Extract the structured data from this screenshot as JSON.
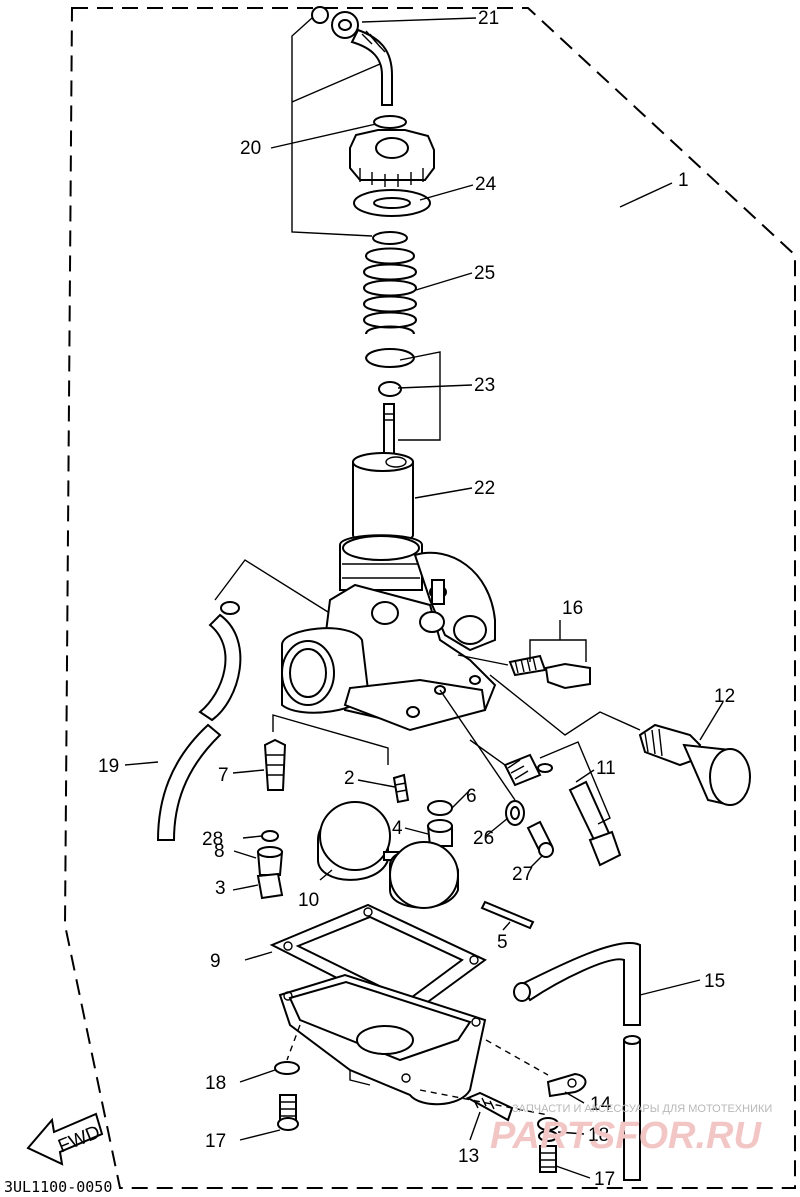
{
  "diagram": {
    "part_labels": {
      "p1": "1",
      "p2": "2",
      "p3": "3",
      "p4": "4",
      "p5": "5",
      "p6": "6",
      "p7": "7",
      "p8": "8",
      "p9": "9",
      "p10": "10",
      "p11": "11",
      "p12": "12",
      "p13": "13",
      "p14": "14",
      "p15": "15",
      "p16": "16",
      "p17a": "17",
      "p17b": "17",
      "p18a": "18",
      "p18b": "18",
      "p19": "19",
      "p20": "20",
      "p21": "21",
      "p22": "22",
      "p23": "23",
      "p24": "24",
      "p25": "25",
      "p26": "26",
      "p27": "27",
      "p28": "28"
    },
    "fwd_label": "FWD",
    "drawing_code": "3UL1100-0050"
  },
  "watermark": {
    "caption": "ЗАПЧАСТИ И АКСЕССУАРЫ ДЛЯ МОТОТЕХНИКИ",
    "logo": "PARTSFOR.RU"
  }
}
